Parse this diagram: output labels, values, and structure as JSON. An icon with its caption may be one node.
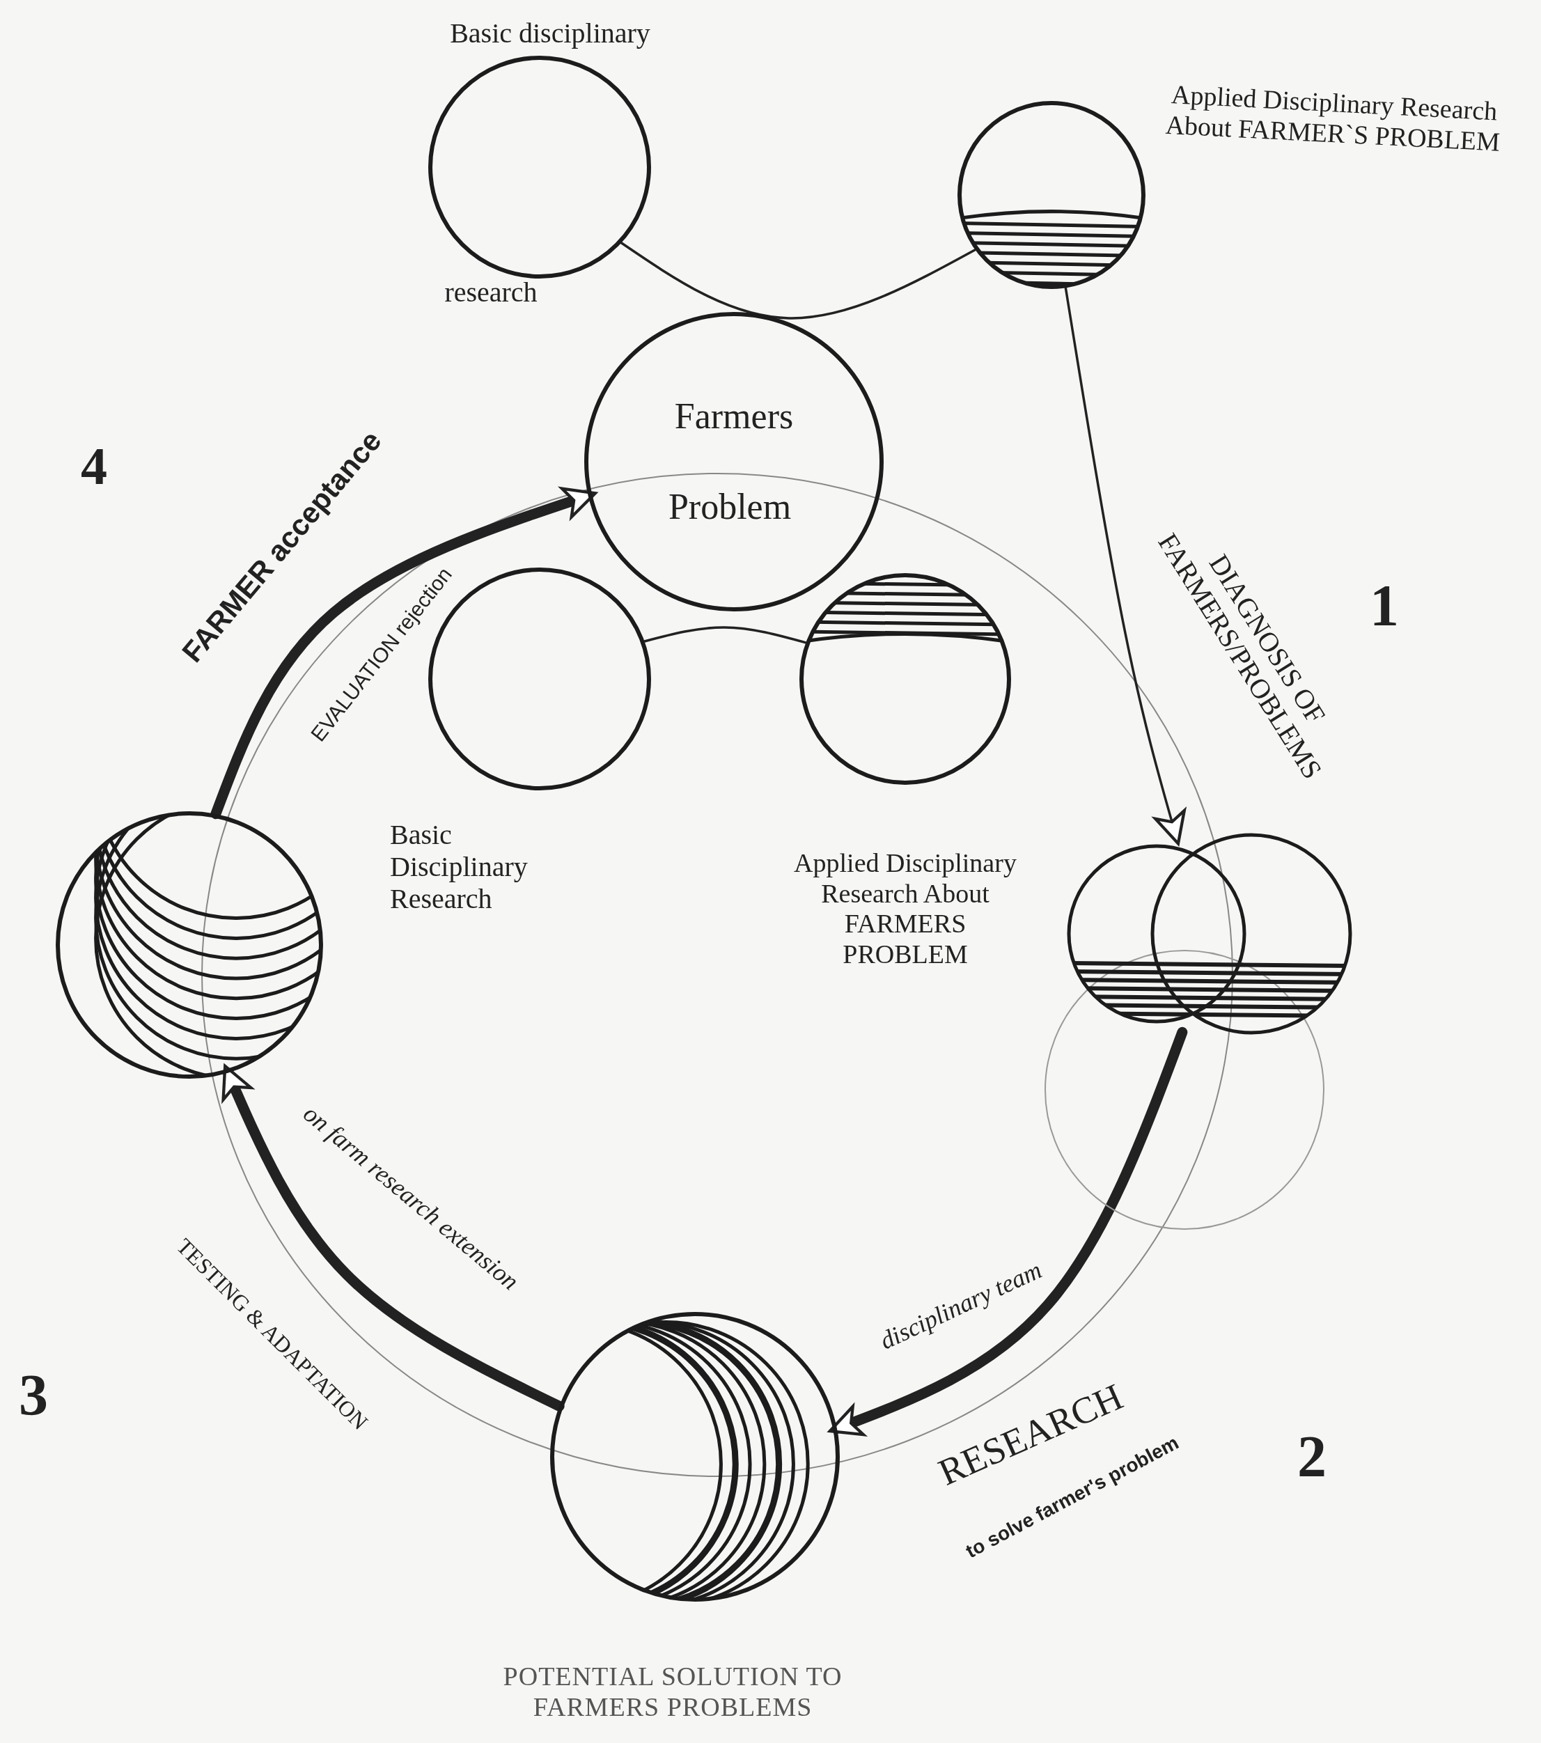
{
  "diagram": {
    "nodes": [
      {
        "text": [
          "Basic disciplinary",
          "research"
        ]
      },
      {
        "text": [
          "Applied Disciplinary Research About FARMER`S PROBLEM"
        ]
      },
      {
        "text": [
          "Farmers",
          "Problem"
        ]
      },
      {
        "text": [
          "Basic Disciplinary Research"
        ]
      },
      {
        "text": [
          "Applied Disciplinary Research About FARMERS PROBLEM"
        ]
      },
      {
        "text": [],
        "shape": "circle"
      },
      {
        "text": [],
        "shape": "circle"
      },
      {
        "text": [],
        "shape": "circle",
        "beside": [
          "POTENTIAL SOLUTION TO FARMERS PROBLEMS"
        ]
      }
    ],
    "edges": [
      {
        "from": 0,
        "to": 1,
        "arrow": "none"
      },
      {
        "from": 1,
        "to": 6,
        "arrow": "to"
      },
      {
        "from": 3,
        "to": 4,
        "arrow": "none"
      },
      {
        "from": 6,
        "to": 7,
        "arrow": "to",
        "label": "disciplinary team",
        "style": "thick"
      },
      {
        "from": 7,
        "to": 5,
        "arrow": "to",
        "label": "on farm research extension",
        "style": "thick"
      },
      {
        "from": 5,
        "to": 2,
        "arrow": "to",
        "label": "EVALUATION rejection",
        "style": "thick"
      }
    ],
    "labels": [
      "4",
      "FARMER acceptance",
      "DIAGNOSIS OF FARMERS/PROBLEMS",
      "1",
      "TESTING & ADAPTATION",
      "3",
      "RESEARCH",
      "to solve farmer's problem",
      "2"
    ]
  }
}
